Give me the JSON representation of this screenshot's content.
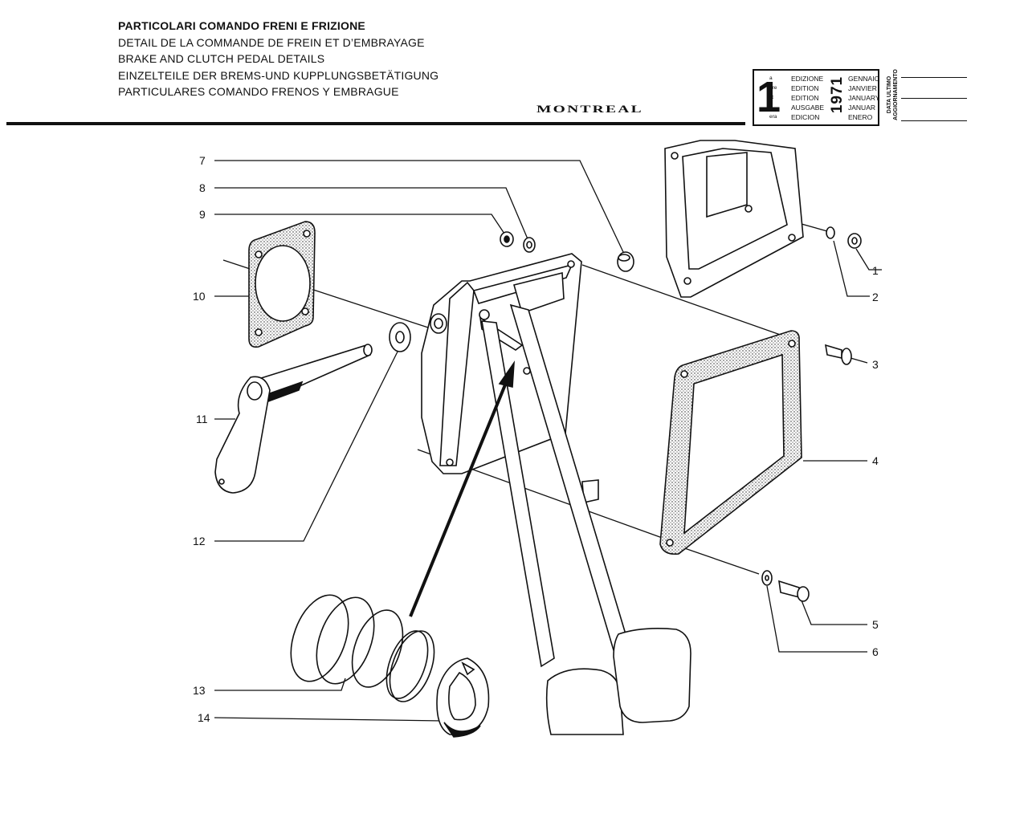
{
  "header": {
    "titles": [
      "PARTICOLARI COMANDO FRENI E FRIZIONE",
      "DETAIL DE LA COMMANDE DE FREIN ET D’EMBRAYAGE",
      "BRAKE AND CLUTCH PEDAL DETAILS",
      "EINZELTEILE DER BREMS-UND KUPPLUNGSBETÄTIGUNG",
      "PARTICULARES COMANDO FRENOS Y EMBRAGUE"
    ],
    "model": "MONTREAL"
  },
  "edition": {
    "number": "1",
    "suffixes": [
      "a",
      "ere",
      "st",
      ".",
      "era"
    ],
    "words": [
      "EDIZIONE",
      "EDITION",
      "EDITION",
      "AUSGABE",
      "EDICION"
    ],
    "year": "1971",
    "months": [
      "GENNAIO",
      "JANVIER",
      "JANUARY",
      "JANUAR",
      "ENERO"
    ],
    "update_label_line1": "DATA ULTIMO",
    "update_label_line2": "AGGIORNAMENTO"
  },
  "callouts": [
    "1",
    "2",
    "3",
    "4",
    "5",
    "6",
    "7",
    "8",
    "9",
    "10",
    "11",
    "12",
    "13",
    "14"
  ]
}
